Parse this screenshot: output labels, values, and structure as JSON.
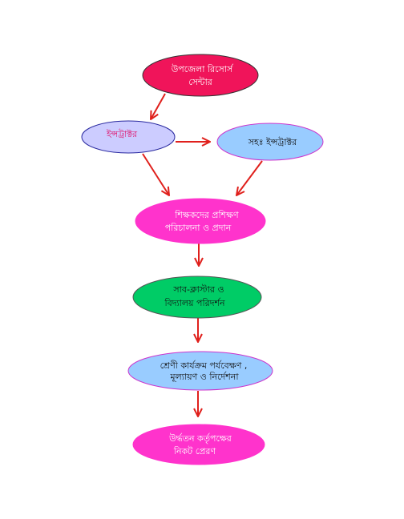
{
  "colors": {
    "arrow": "#e0201c",
    "upazila_fill": "#f0145a",
    "instructor_fill": "#ccccff",
    "instructor_stroke": "#2a2aa0",
    "assistant_fill": "#99ccff",
    "assistant_stroke": "#cc33cc",
    "training_fill": "#ff33cc",
    "subcluster_fill": "#00cc66",
    "class_fill": "#99ccff",
    "class_stroke": "#cc33cc",
    "higher_fill": "#ff33cc"
  },
  "nodes": {
    "upazila": {
      "line1": "উপজেলা রিসোর্স",
      "line2": "সেন্টার"
    },
    "instructor": {
      "line1": "ইন্সট্রাক্টর"
    },
    "assistant": {
      "line1": "সহঃ ইন্সট্রাক্টর"
    },
    "training": {
      "line1": "শিক্ষকদের  প্রশিক্ষণ",
      "line2": "পরিচালনা ও প্রদান"
    },
    "subcluster": {
      "line1": "সাব-ক্লাস্টার    ও",
      "line2": "বিদ্যালয় পরিদর্শন"
    },
    "classwork": {
      "line1": "শ্রেণী  কার্যক্রম    পর্যবেক্ষণ    ,",
      "line2": "মূল্যায়ণ  ও নির্দেশনা"
    },
    "higher": {
      "line1": "উর্দ্ধতন    কর্তৃপক্ষের",
      "line2": "নিকট  প্রেরণ"
    }
  }
}
